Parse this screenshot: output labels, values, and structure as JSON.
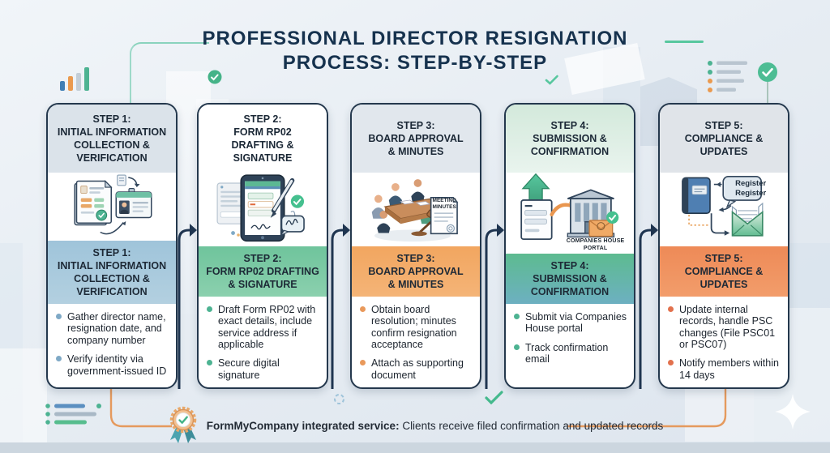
{
  "title": {
    "line1": "PROFESSIONAL DIRECTOR RESIGNATION",
    "line2": "PROCESS: STEP-BY-STEP"
  },
  "steps": [
    {
      "header": "STEP 1:\nINITIAL INFORMATION\nCOLLECTION &\nVERIFICATION",
      "band": "STEP 1:\nINITIAL INFORMATION\nCOLLECTION &\nVERIFICATION",
      "bullets": [
        "Gather director name, resignation date, and company number",
        "Verify identity via government-issued ID"
      ],
      "accent_color": "#7fa9c6",
      "illustration_icons": [
        "documents-icon",
        "id-card-icon",
        "check-icon",
        "curved-arrow-icon"
      ]
    },
    {
      "header": "STEP 2:\nFORM RP02\nDRAFTING &\nSIGNATURE",
      "band": "STEP 2:\nFORM RP02 DRAFTING\n& SIGNATURE",
      "bullets": [
        "Draft Form RP02 with exact details, include service address if applicable",
        "Secure digital signature"
      ],
      "accent_color": "#4db392",
      "illustration_icons": [
        "tablet-form-icon",
        "pen-icon",
        "check-icon",
        "signature-bubble-icon"
      ]
    },
    {
      "header": "STEP 3:\nBOARD APPROVAL\n& MINUTES",
      "band": "STEP 3:\nBOARD APPROVAL\n& MINUTES",
      "bullets": [
        "Obtain board resolution; minutes confirm resignation acceptance",
        "Attach as supporting document"
      ],
      "accent_color": "#e9995b",
      "labels": {
        "minutes": "MEETING\nMINUTES"
      },
      "illustration_icons": [
        "meeting-table-icon",
        "gavel-icon",
        "minutes-document-icon"
      ]
    },
    {
      "header": "STEP 4:\nSUBMISSION &\nCONFIRMATION",
      "band": "STEP 4:\nSUBMISSION &\nCONFIRMATION",
      "bullets": [
        "Submit via Companies House portal",
        "Track confirmation email"
      ],
      "accent_color": "#4db392",
      "labels": {
        "portal": "COMPANIES HOUSE\nPORTAL"
      },
      "illustration_icons": [
        "upload-arrow-icon",
        "document-icon",
        "building-icon",
        "envelope-check-icon"
      ]
    },
    {
      "header": "STEP 5:\nCOMPLIANCE &\nUPDATES",
      "band": "STEP 5:\nCOMPLIANCE &\nUPDATES",
      "bullets": [
        "Update internal records, handle PSC changes (File PSC01 or PSC07)",
        "Notify members within 14 days"
      ],
      "accent_color": "#e2714d",
      "labels": {
        "register_bubble": "Register\nRegister"
      },
      "illustration_icons": [
        "register-book-icon",
        "speech-bubble-icon",
        "envelope-letter-icon",
        "dotted-path-icon"
      ]
    }
  ],
  "footer": {
    "badge_icon": "medal-check-icon",
    "bold": "FormMyCompany integrated service:",
    "text": " Clients receive filed confirmation and updated records"
  },
  "palette": {
    "title_navy": "#16324e",
    "card_border": "#24384d",
    "step1_band": "#a5c9db",
    "step2_band": "#74c7a1",
    "step3_band": "#f2a966",
    "step4_band": "#63b59e",
    "step5_band": "#ee8a57",
    "success_green": "#4db392",
    "accent_orange": "#e59a5e",
    "background": "#e7edf3"
  }
}
